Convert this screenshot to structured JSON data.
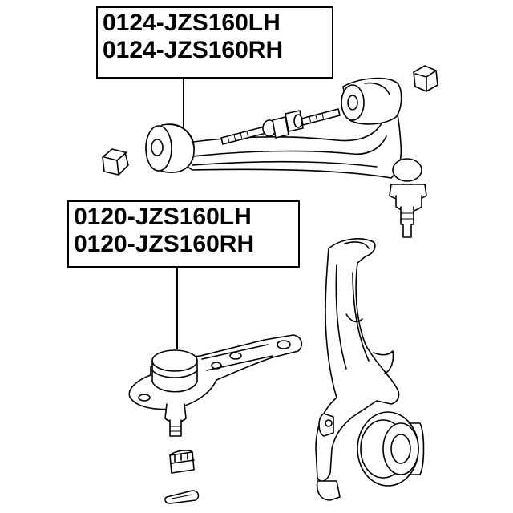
{
  "labels": {
    "upper_arm": {
      "line1": "0124-JZS160LH",
      "line2": "0124-JZS160RH"
    },
    "ball_joint": {
      "line1": "0120-JZS160LH",
      "line2": "0120-JZS160RH"
    }
  }
}
